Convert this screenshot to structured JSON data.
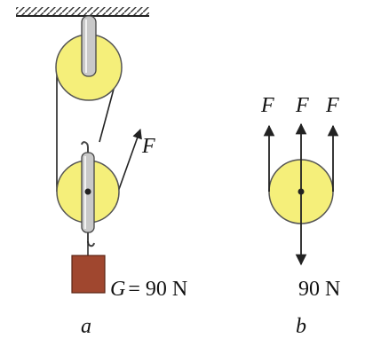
{
  "figure_a": {
    "force_label": "F",
    "weight_symbol": "G",
    "weight_value": "= 90 N",
    "caption": "a"
  },
  "figure_b": {
    "force_labels": [
      "F",
      "F",
      "F"
    ],
    "load_label": "90 N",
    "caption": "b"
  },
  "colors": {
    "pulley_fill": "#f5ef7a",
    "pulley_stroke": "#555555",
    "axle_fill": "#c9c9c9",
    "block_fill": "#a0472f",
    "line": "#222222"
  }
}
